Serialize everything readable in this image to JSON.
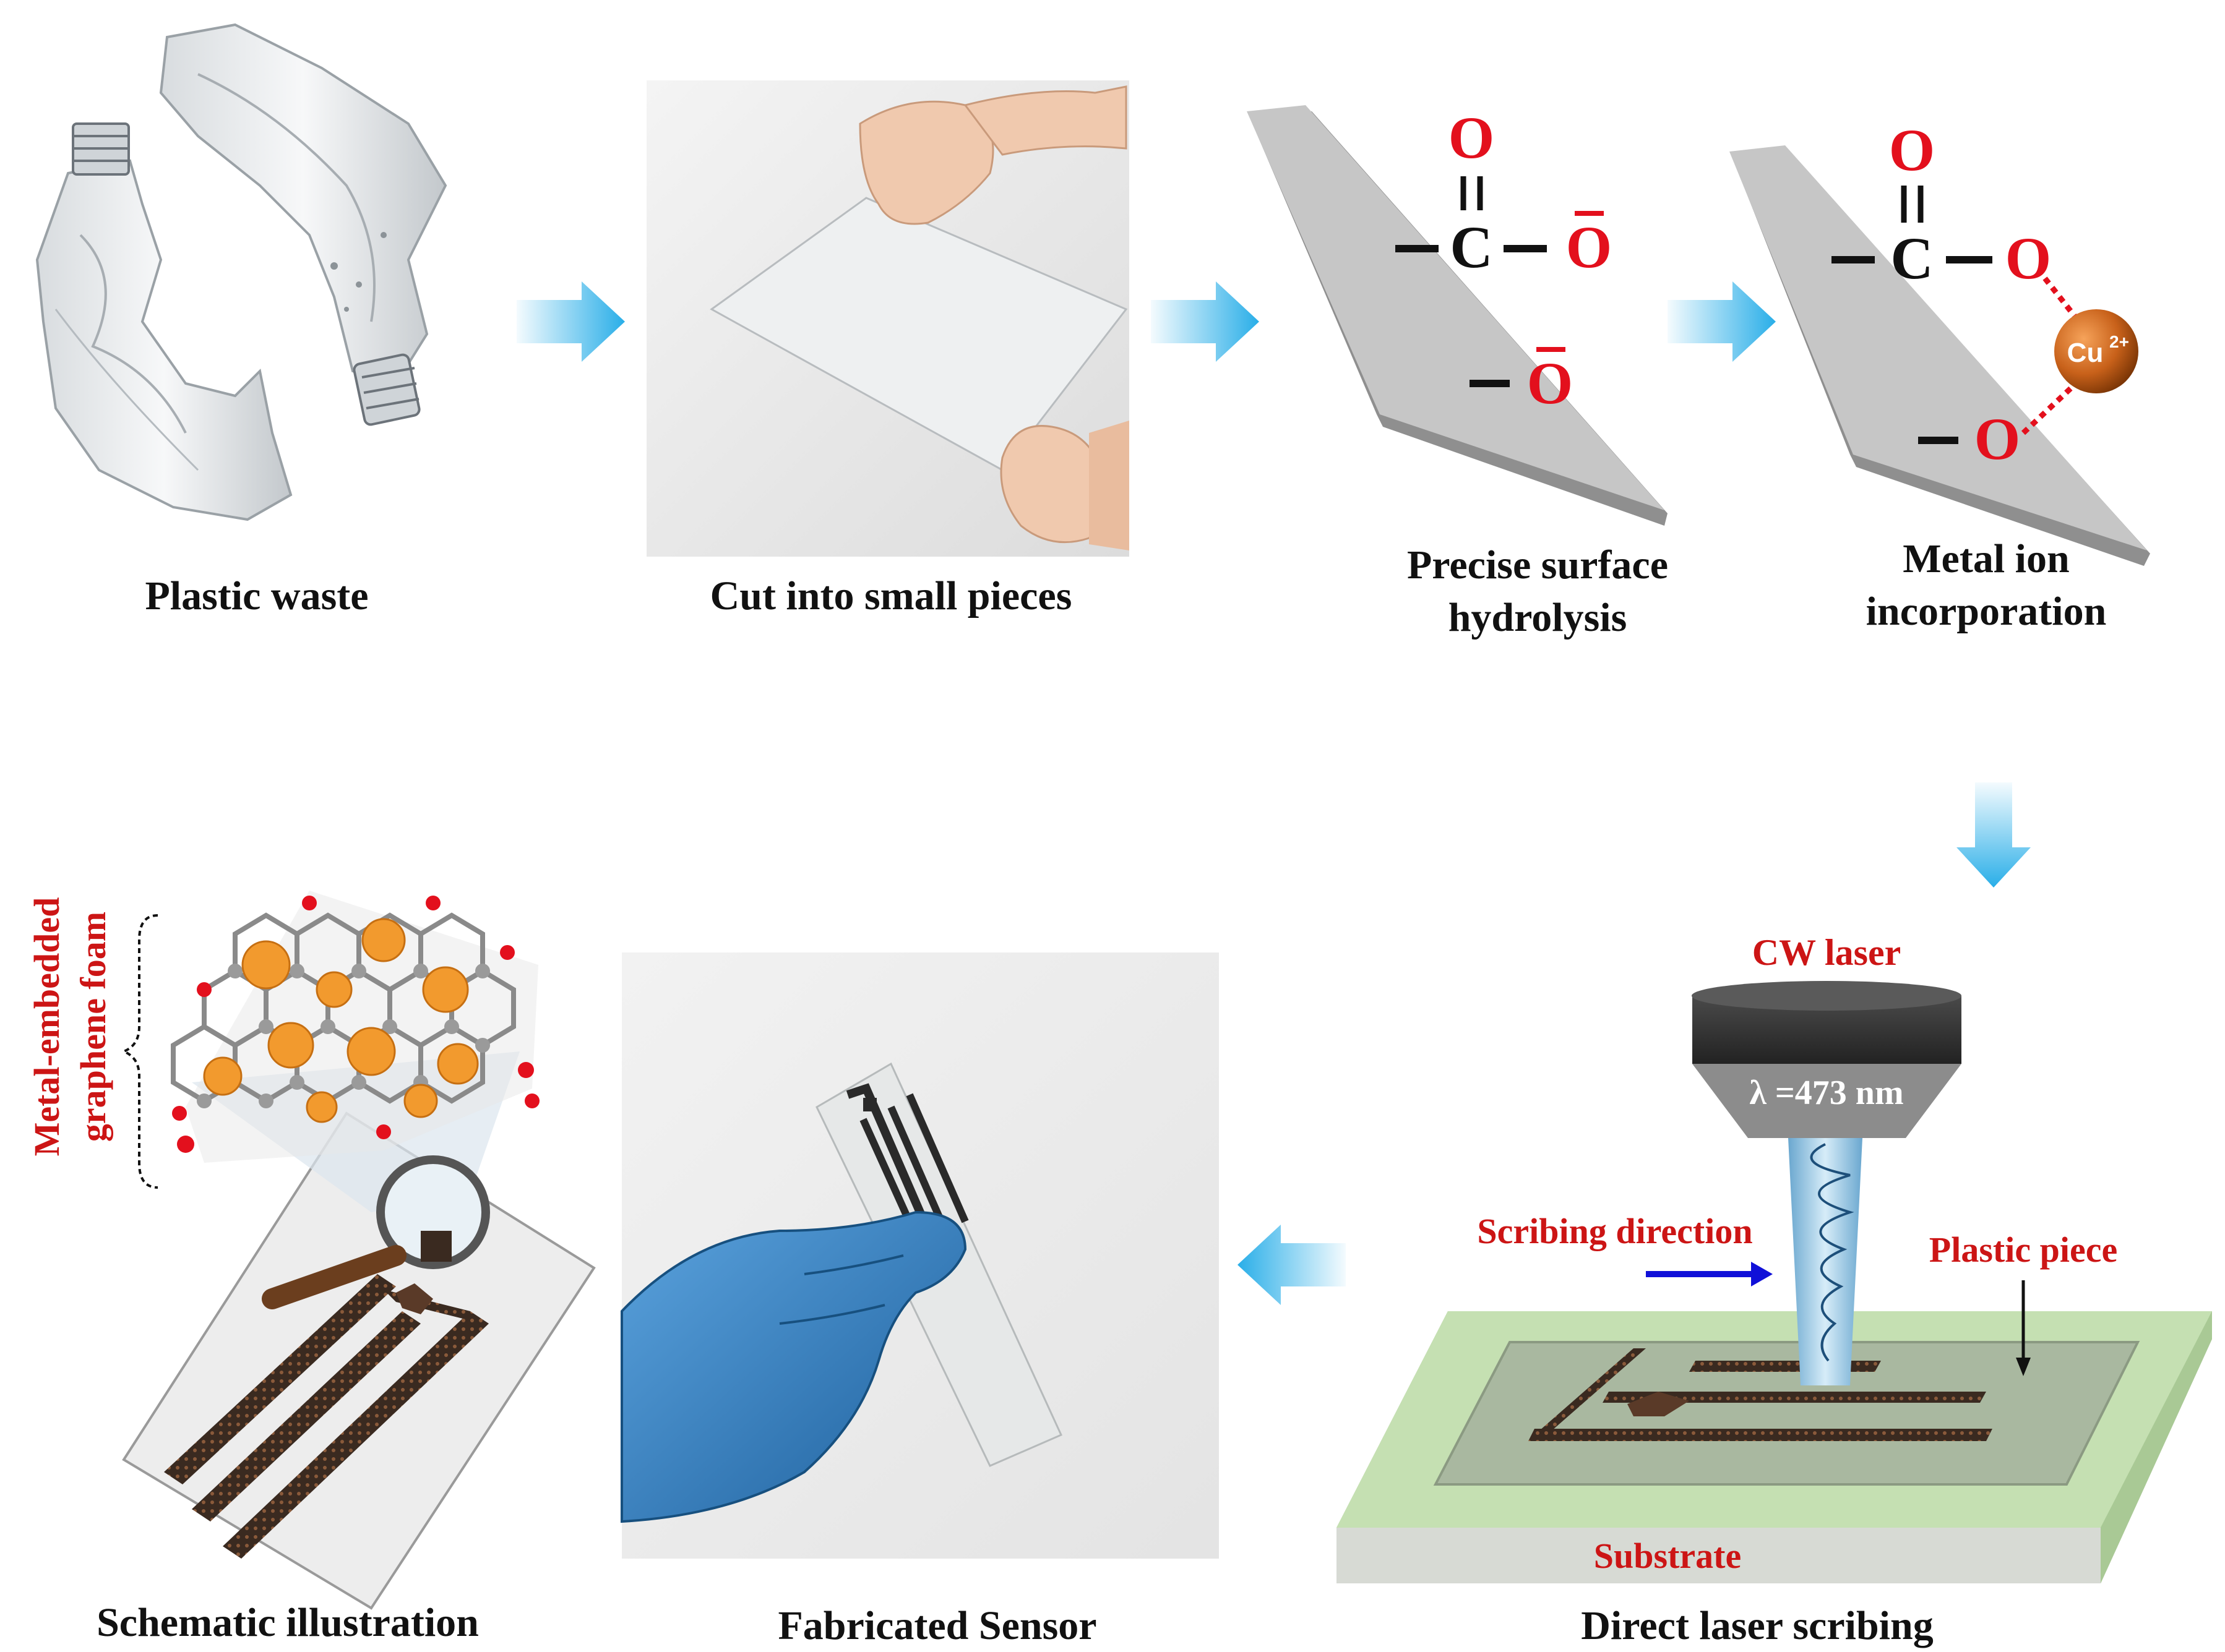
{
  "steps": {
    "plastic_waste": "Plastic waste",
    "cut_pieces": "Cut into small pieces",
    "hydrolysis_line1": "Precise surface",
    "hydrolysis_line2": "hydrolysis",
    "metal_ion_line1": "Metal ion",
    "metal_ion_line2": "incorporation",
    "laser_scribing": "Direct laser scribing",
    "fabricated_sensor": "Fabricated Sensor",
    "schematic": "Schematic illustration"
  },
  "chemistry": {
    "oxygen": "O",
    "carbon": "C",
    "copper_ion": "Cu",
    "copper_charge": "2+"
  },
  "laser": {
    "title": "CW laser",
    "wavelength": "λ =473 nm",
    "scribing_direction": "Scribing direction",
    "plastic_piece": "Plastic piece",
    "substrate": "Substrate"
  },
  "foam": {
    "line1": "Metal-embedded",
    "line2": "graphene foam"
  },
  "colors": {
    "arrow": "#29aee8",
    "oxygen_red": "#e3101d",
    "label_red": "#cc1515",
    "plate_gray": "#c6c6c6",
    "copper": "#c8611a",
    "graphene_dark": "#3a2a20",
    "substrate_green": "#b9d7a3",
    "glove_blue": "#2f7fc0"
  }
}
